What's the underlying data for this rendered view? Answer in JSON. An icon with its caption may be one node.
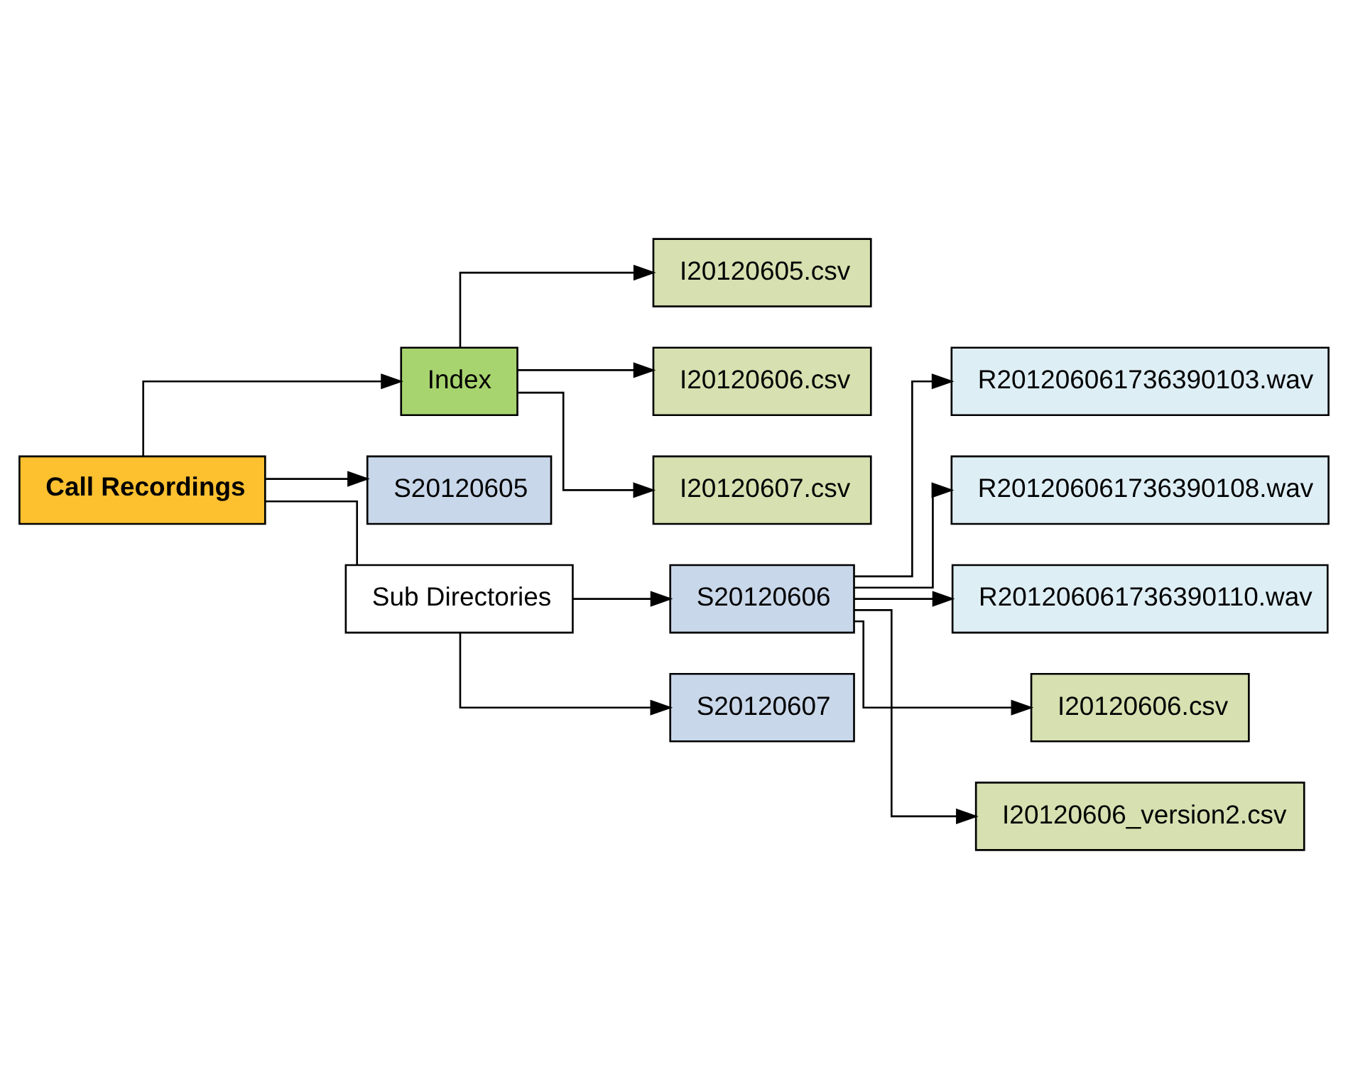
{
  "diagram": {
    "nodes": [
      {
        "text": [
          "Call Recordings"
        ]
      },
      {
        "text": [
          "Index"
        ]
      },
      {
        "text": [
          "I20120605.csv"
        ]
      },
      {
        "text": [
          "I20120606.csv"
        ]
      },
      {
        "text": [
          "I20120607.csv"
        ]
      },
      {
        "text": [
          "S20120605"
        ]
      },
      {
        "text": [
          "Sub Directories"
        ]
      },
      {
        "text": [
          "S20120606"
        ]
      },
      {
        "text": [
          "S20120607"
        ]
      },
      {
        "text": [
          "R201206061736390103.wav"
        ]
      },
      {
        "text": [
          "R201206061736390108.wav"
        ]
      },
      {
        "text": [
          "R201206061736390110.wav"
        ]
      },
      {
        "text": [
          "I20120606.csv"
        ]
      },
      {
        "text": [
          "I20120606_version2.csv"
        ]
      }
    ],
    "edges": [
      {
        "from": 0,
        "to": 1,
        "arrow": "to"
      },
      {
        "from": 0,
        "to": 5,
        "arrow": "to"
      },
      {
        "from": 0,
        "to": 6,
        "arrow": "none"
      },
      {
        "from": 6,
        "to": 7,
        "arrow": "to"
      },
      {
        "from": 6,
        "to": 8,
        "arrow": "to"
      },
      {
        "from": 1,
        "to": 2,
        "arrow": "to"
      },
      {
        "from": 1,
        "to": 3,
        "arrow": "to"
      },
      {
        "from": 1,
        "to": 4,
        "arrow": "to"
      },
      {
        "from": 7,
        "to": 9,
        "arrow": "to"
      },
      {
        "from": 7,
        "to": 10,
        "arrow": "to"
      },
      {
        "from": 7,
        "to": 11,
        "arrow": "to"
      },
      {
        "from": 7,
        "to": 12,
        "arrow": "to"
      },
      {
        "from": 7,
        "to": 13,
        "arrow": "to"
      }
    ]
  }
}
